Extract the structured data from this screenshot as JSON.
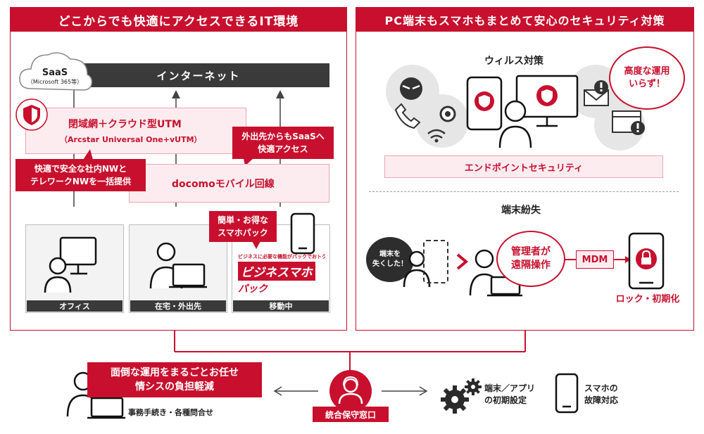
{
  "left_panel": {
    "title": "どこからでも快適にアクセスできるIT環境",
    "saas_line1": "SaaS",
    "saas_line2": "（Microsoft 365等）",
    "internet": "インターネット",
    "closed_line1": "閉域網＋クラウド型UTM",
    "closed_line2": "（Arcstar Universal One+vUTM）",
    "callout_external": "外出先からもSaaSへ\n快適アクセス",
    "callout_safe": "快適で安全な社内NWと\nテレワークNWを一括提供",
    "docomo": "docomoモバイル回線",
    "callout_pack": "簡単・お得な\nスマホパック",
    "pack_small": "ビジネスに必要な機能がパックでおトク",
    "pack_big1": "ビジネスマホ",
    "pack_big2": "パック",
    "locations": [
      "オフィス",
      "在宅・外出先",
      "移動中"
    ]
  },
  "right_panel": {
    "title": "PC端末もスマホもまとめて安心のセキュリティ対策",
    "virus_heading": "ウィルス対策",
    "bubble_no_ops": "高度な運用\nいらず！",
    "endpoint": "エンドポイントセキュリティ",
    "loss_heading": "端末紛失",
    "lost_bubble": "端末を\n失くした！",
    "admin_remote": "管理者が\n遠隔操作",
    "mdm": "MDM",
    "lock_init": "ロック・初期化"
  },
  "bottom": {
    "callout_line1": "面倒な運用をまるごとお任せ",
    "callout_line2": "情シスの負担軽減",
    "admin_tasks": "事務手続き・各種問合せ",
    "center_label": "統合保守窓口",
    "device_setup": "端末／アプリ\nの初期設定",
    "phone_repair": "スマホの\n故障対応"
  },
  "colors": {
    "accent": "#c8102e",
    "pink": "#fdecef",
    "dark": "#3a3a3a"
  }
}
